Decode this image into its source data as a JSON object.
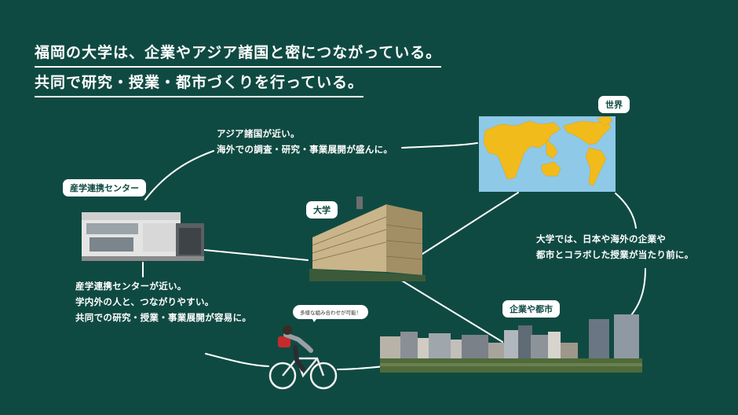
{
  "headline": {
    "line1": "福岡の大学は、企業やアジア諸国と密につながっている。",
    "line2": "共同で研究・授業・都市づくりを行っている。"
  },
  "nodes": {
    "world": {
      "label": "世界"
    },
    "university": {
      "label": "大学"
    },
    "industry_center": {
      "label": "産学連携センター"
    },
    "companies_city": {
      "label": "企業や都市"
    }
  },
  "texts": {
    "asia": [
      "アジア諸国が近い。",
      "海外での調査・研究・事業展開が盛んに。"
    ],
    "collab": [
      "大学では、日本や海外の企業や",
      "都市とコラボした授業が当たり前に。"
    ],
    "center": [
      "産学連携センターが近い。",
      "学内外の人と、つながりやすい。",
      "共同での研究・授業・事業展開が容易に。"
    ]
  },
  "speech_bubble": "多様な組み合わせが可能！",
  "colors": {
    "background": "#0f4a42",
    "ocean": "#8ec9e8",
    "land": "#f2bb1c",
    "line": "#ffffff"
  }
}
